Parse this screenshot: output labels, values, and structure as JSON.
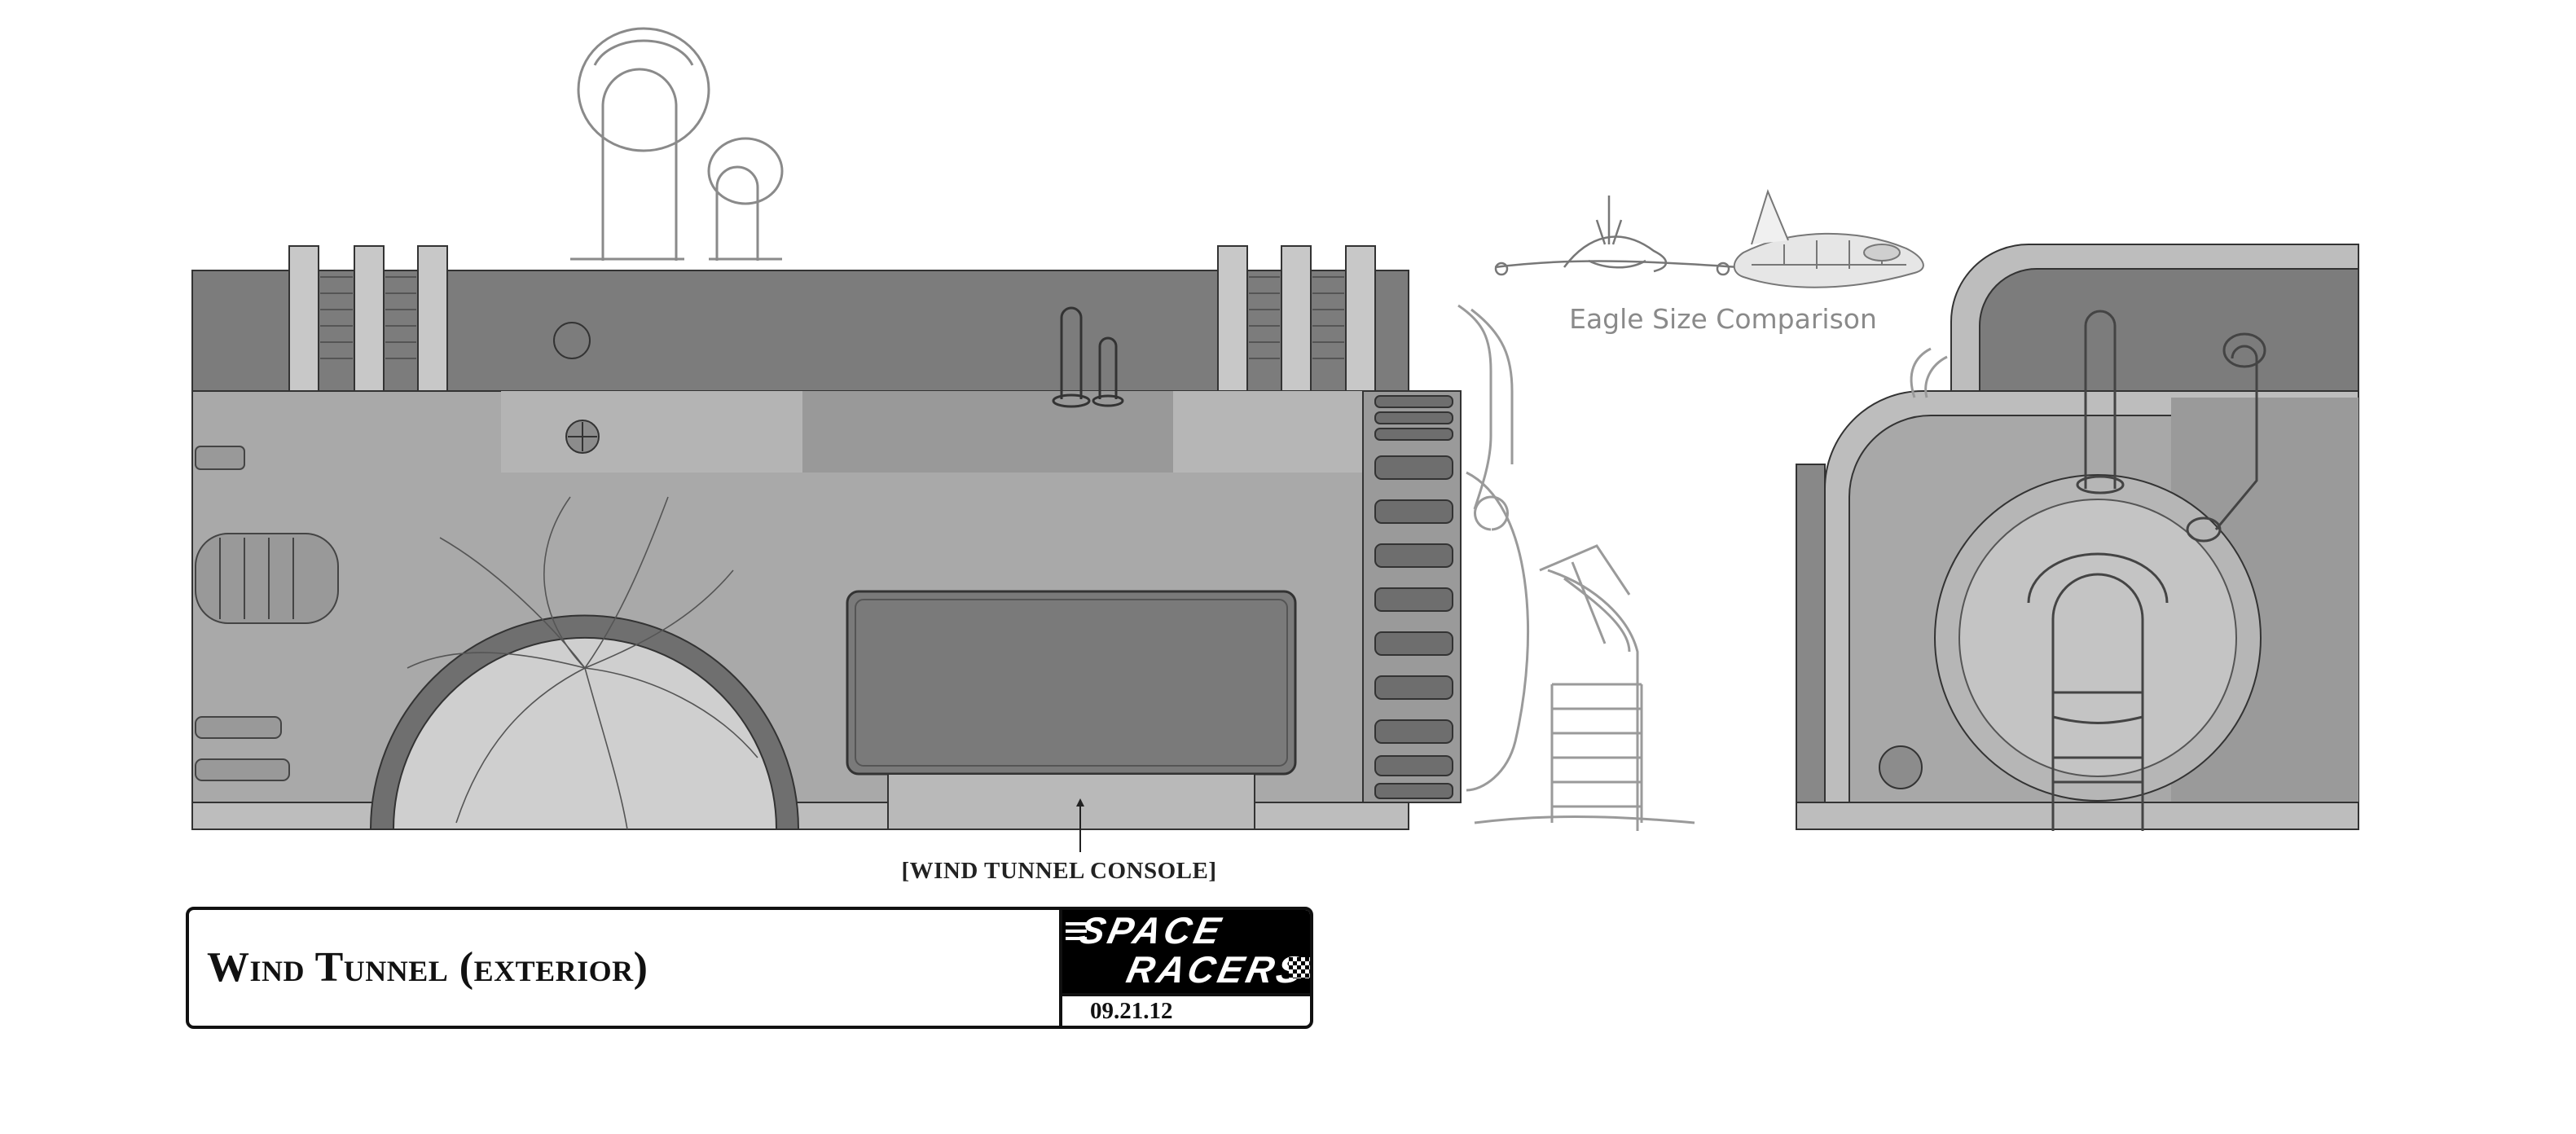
{
  "eagle_label": "Eagle Size Comparison",
  "console_label": "[WIND TUNNEL CONSOLE]",
  "title_block": {
    "title": "Wind Tunnel (exterior)",
    "logo_line1": "SPACE",
    "logo_line2": "RACERS",
    "date": "09.21.12"
  },
  "colors": {
    "body_mid": "#a9a9a9",
    "body_dark": "#7a7a7a",
    "body_light": "#bdbdbd",
    "fan_face": "#cfcfcf",
    "outline": "#333333",
    "sketch": "#8a8a8a"
  }
}
